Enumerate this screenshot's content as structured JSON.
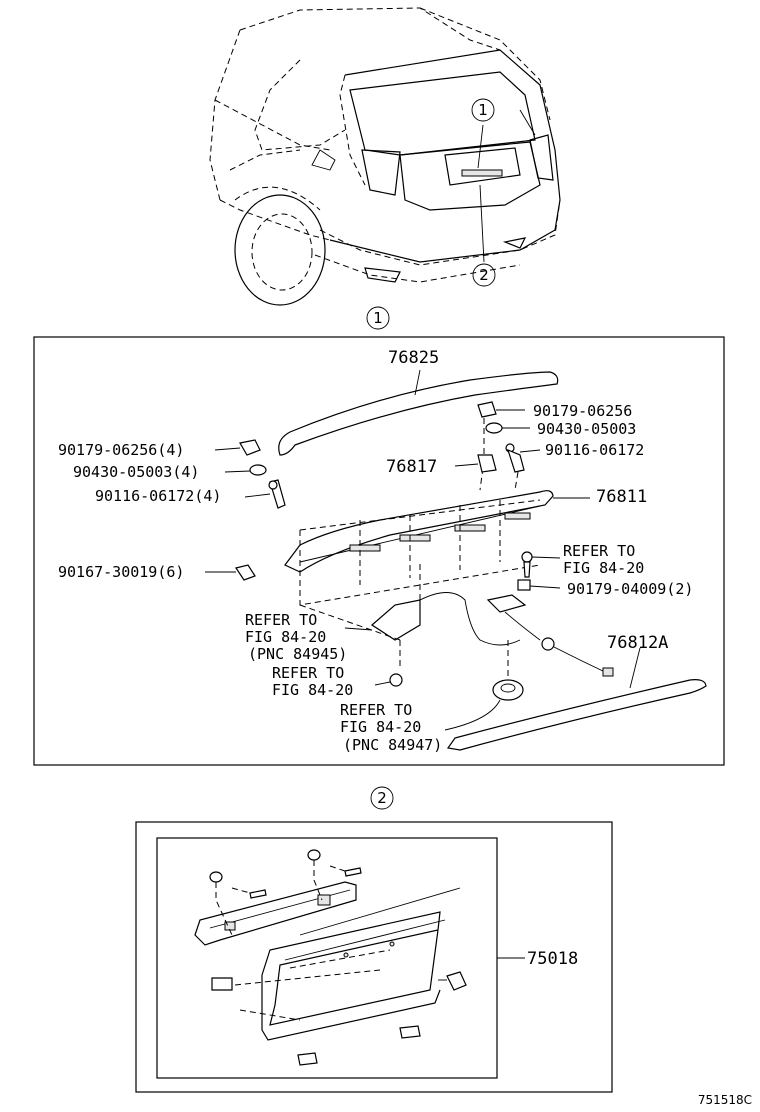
{
  "callouts": {
    "one": "1",
    "two": "2"
  },
  "section1": {
    "labels": {
      "p76825": "76825",
      "p90179_06256_right": "90179-06256",
      "p90430_05003_right": "90430-05003",
      "p90116_06172_right": "90116-06172",
      "p90179_06256_left": "90179-06256(4)",
      "p90430_05003_left": "90430-05003(4)",
      "p90116_06172_left": "90116-06172(4)",
      "p76817": "76817",
      "p76811": "76811",
      "p90167_30019": "90167-30019(6)",
      "ref1_l1": "REFER TO",
      "ref1_l2": "FIG 84-20",
      "p90179_04009": "90179-04009(2)",
      "ref2_l1": "REFER TO",
      "ref2_l2": "FIG 84-20",
      "ref2_l3": "(PNC 84945)",
      "p76812A": "76812A",
      "ref3_l1": "REFER TO",
      "ref3_l2": "FIG 84-20",
      "ref4_l1": "REFER TO",
      "ref4_l2": "FIG 84-20",
      "ref4_l3": "(PNC 84947)"
    }
  },
  "section2": {
    "labels": {
      "p75018": "75018"
    }
  },
  "figure_id": "751518C"
}
